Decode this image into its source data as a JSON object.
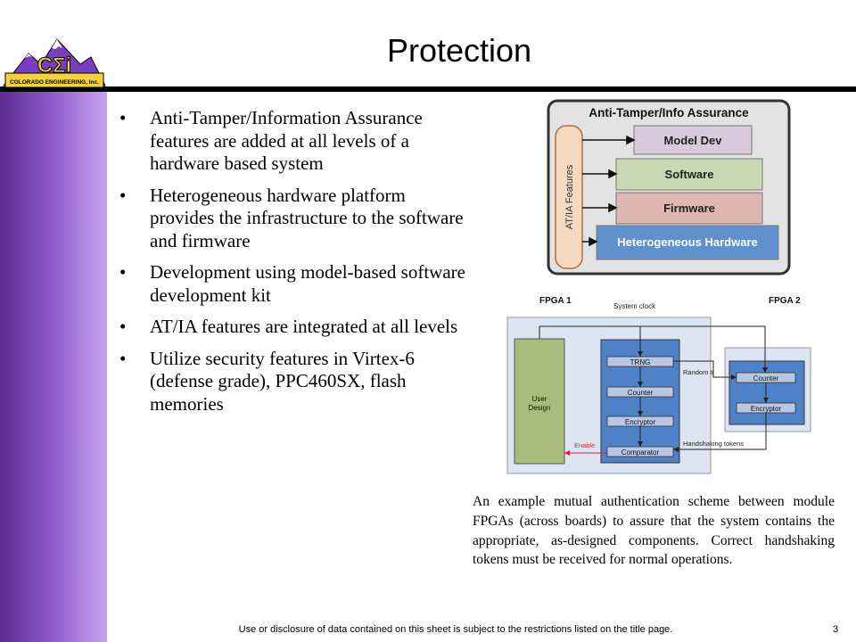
{
  "slide": {
    "title": "Protection",
    "footer": "Use or disclosure of data contained on this sheet is subject to the restrictions listed on the title page.",
    "page_number": "3"
  },
  "logo": {
    "mark": "CΣi",
    "company": "COLORADO ENGINEERING, Inc."
  },
  "bullets": [
    "Anti-Tamper/Information Assurance features are added at all levels of a hardware based system",
    "Heterogeneous hardware platform provides the infrastructure to the software and firmware",
    "Development using model-based software development kit",
    "AT/IA features are integrated at all levels",
    "Utilize security features in Virtex-6 (defense grade), PPC460SX, flash memories"
  ],
  "atia_diagram": {
    "title": "Anti-Tamper/Info Assurance",
    "side_label": "AT/IA Features",
    "layers": [
      "Model Dev",
      "Software",
      "Firmware",
      "Heterogeneous Hardware"
    ],
    "colors": {
      "model_dev": "#d9c9dc",
      "software": "#c9d8b2",
      "firmware": "#deb6b2",
      "hardware": "#5f91cd",
      "side_bar": "#f5d9c1",
      "frame": "#e3e3e3"
    }
  },
  "fpga_diagram": {
    "fpga1_label": "FPGA 1",
    "fpga2_label": "FPGA 2",
    "system_clock": "System clock",
    "user_design": [
      "User",
      "Design"
    ],
    "fpga1_blocks": [
      "TRNG",
      "Counter",
      "Encryptor",
      "Comparator"
    ],
    "fpga2_blocks": [
      "Counter",
      "Encryptor"
    ],
    "random_label": "Random #",
    "handshake_label": "Handshaking tokens",
    "enable_label": "Enable",
    "colors": {
      "user_design": "#a8bb7c",
      "block_panel": "#4f81c7",
      "block": "#b8c7e3",
      "enable": "#e02020",
      "fpga_bg": "#dce6f2"
    }
  },
  "caption": "An example mutual authentication scheme between module FPGAs (across boards) to assure that the system contains the appropriate, as-designed components. Correct handshaking tokens must be received for normal operations."
}
